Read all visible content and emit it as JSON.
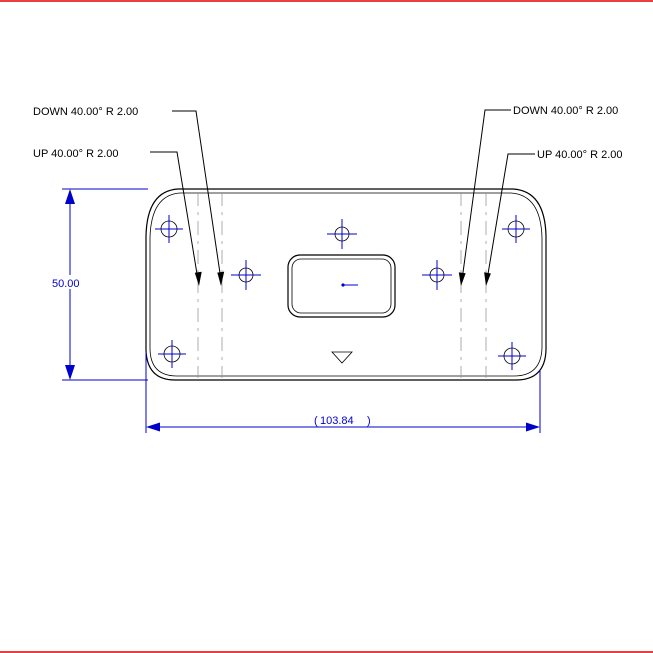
{
  "notes": {
    "left_down": "DOWN  40.00°  R 2.00",
    "left_up": "UP  40.00°  R 2.00",
    "right_down": "DOWN  40.00°  R 2.00",
    "right_up": "UP  40.00°  R 2.00"
  },
  "dimensions": {
    "height": "50.00",
    "width_open": "(",
    "width": "103.84",
    "width_close": ")"
  },
  "colors": {
    "frame": "#e00000",
    "dimension": "#0000cc",
    "geometry": "#000000",
    "bend_line": "#9a9a9a"
  }
}
